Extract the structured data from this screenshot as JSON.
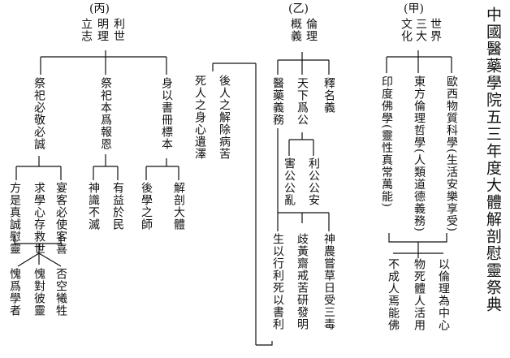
{
  "title": "中國醫藥學院五三年度大體解剖慰靈祭典",
  "jia": {
    "label": "(甲)",
    "heading_a": "世界",
    "heading_b": "三大",
    "heading_c": "文化",
    "col1": "歐西物質科學(生活安樂享受)",
    "col2": "東方倫理哲學(人類道德義務)",
    "col3": "印度佛學(靈性真常萬能)",
    "bottom1": "以倫理為中心",
    "bottom2": "物死體人活用",
    "bottom3": "不成人焉能佛"
  },
  "yi": {
    "label": "(乙)",
    "heading_a": "倫理",
    "heading_b": "概義",
    "col1": "釋名義",
    "col2": "天下爲公",
    "col3": "醫藥義務",
    "sub1": "利公公安",
    "sub2": "害公公亂",
    "bottom1": "神農嘗草日受三毒",
    "bottom2": "歧黃齋戒苦研發明",
    "bottom3": "生以行利死以書利"
  },
  "middle": {
    "col1": "後人之解除病苦",
    "col2": "死人之身心遺澤"
  },
  "bing": {
    "label": "(丙)",
    "heading_a": "利世",
    "heading_b": "明理",
    "heading_c": "立志",
    "col1": "身以書冊標本",
    "col2": "祭祀本爲報恩",
    "col3": "祭祀必敬必誠",
    "c1a": "解剖大體",
    "c1b": "後學之師",
    "c2a": "有益於民",
    "c2b": "神識不滅",
    "c3a": "宴客必使客喜",
    "c3b": "求學心存救世",
    "c3c": "方是真誠慰靈",
    "d1": "否空犧牲",
    "d2": "愧對彼靈",
    "d3": "愧爲學者"
  }
}
